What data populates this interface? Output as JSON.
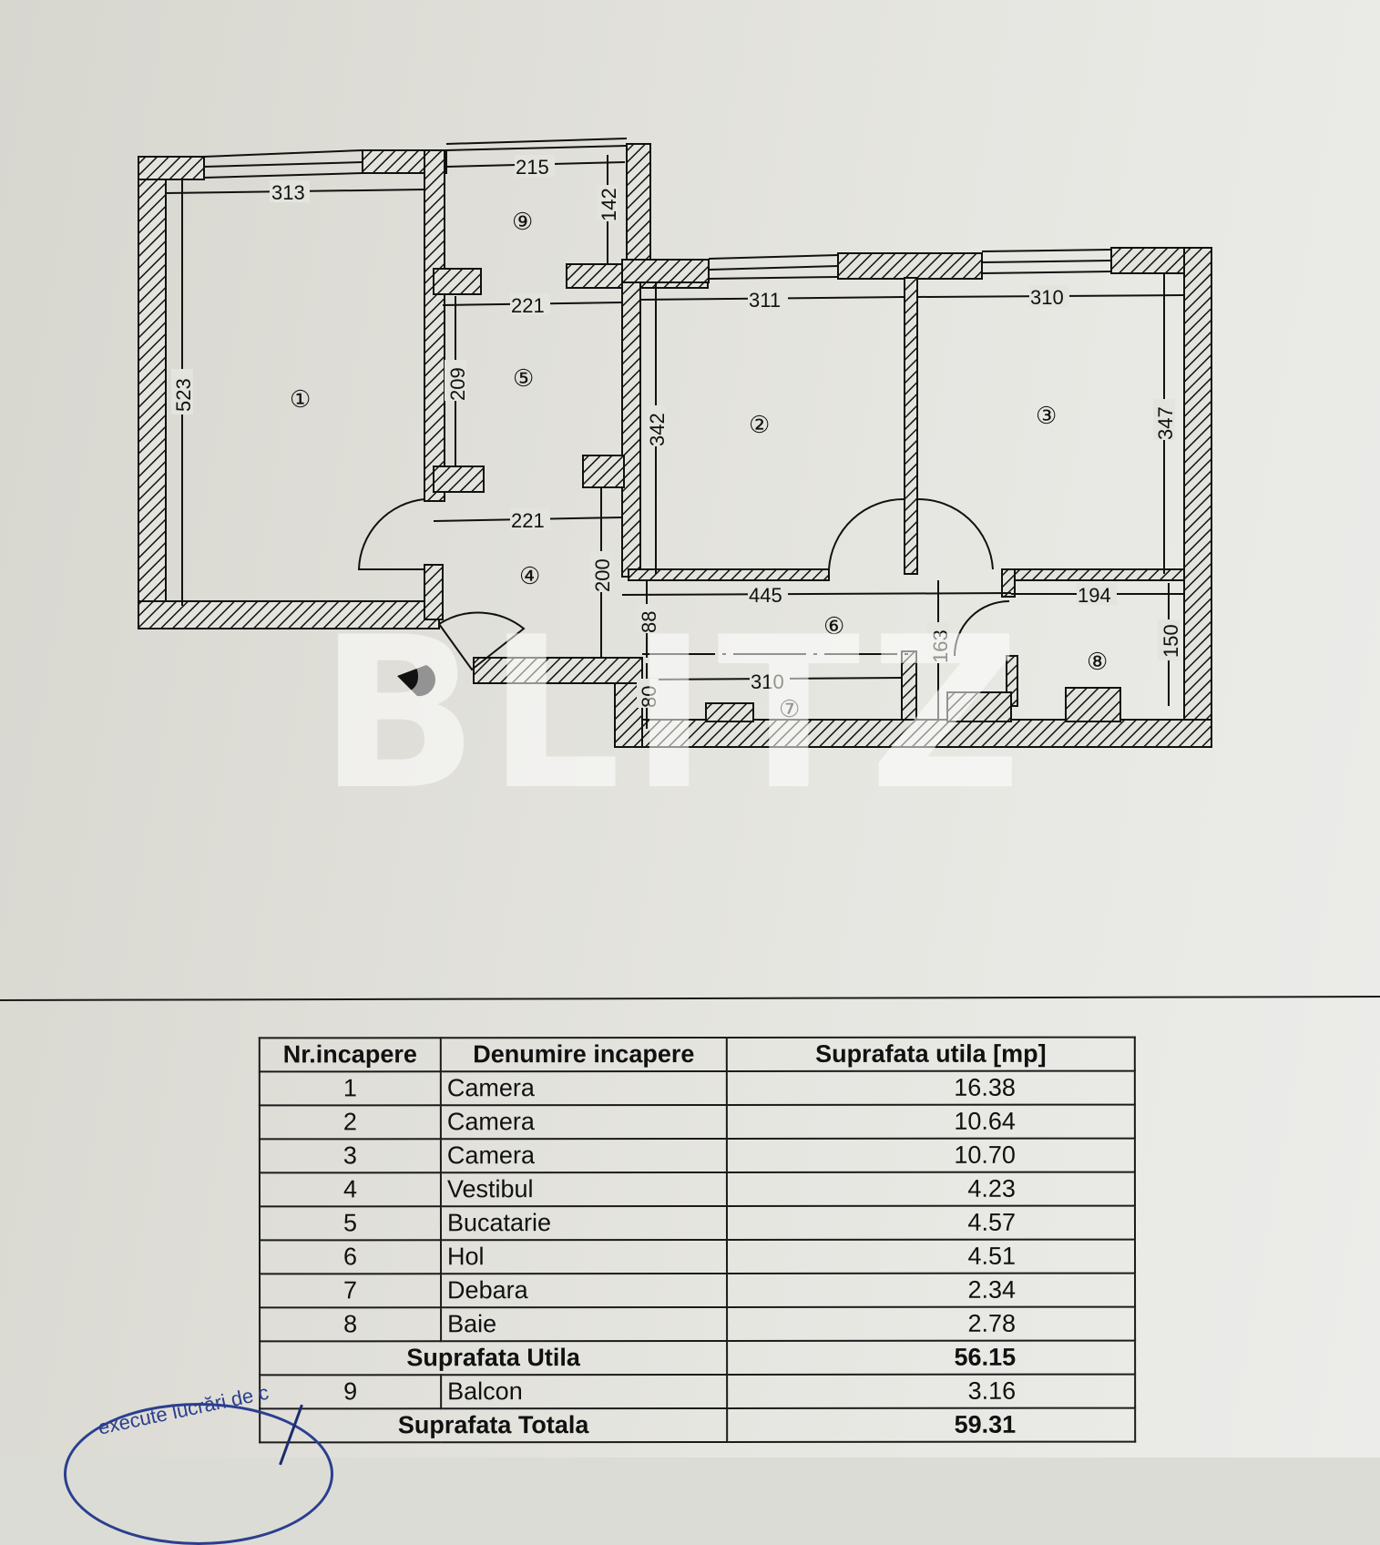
{
  "watermark": "BLITZ",
  "floor_plan": {
    "rooms": [
      {
        "nr": "1",
        "label": "①"
      },
      {
        "nr": "2",
        "label": "②"
      },
      {
        "nr": "3",
        "label": "③"
      },
      {
        "nr": "4",
        "label": "④"
      },
      {
        "nr": "5",
        "label": "⑤"
      },
      {
        "nr": "6",
        "label": "⑥"
      },
      {
        "nr": "7",
        "label": "⑦"
      },
      {
        "nr": "8",
        "label": "⑧"
      },
      {
        "nr": "9",
        "label": "⑨"
      }
    ],
    "dimensions": {
      "room1_width": "313",
      "room1_height": "523",
      "room9_width": "215",
      "room9_depth": "142",
      "room5_width": "221",
      "room5_height": "209",
      "room4_width": "221",
      "room4_height": "200",
      "room2_width": "311",
      "room2_height": "342",
      "room3_width": "310",
      "room3_height": "347",
      "room6_length": "445",
      "room6_width": "88",
      "room6_side": "163",
      "room7_length": "310",
      "room7_width": "80",
      "room8_width": "194",
      "room8_height": "150"
    }
  },
  "table": {
    "headers": [
      "Nr.incapere",
      "Denumire incapere",
      "Suprafata utila [mp]"
    ],
    "rows": [
      {
        "nr": "1",
        "name": "Camera",
        "area": "16.38"
      },
      {
        "nr": "2",
        "name": "Camera",
        "area": "10.64"
      },
      {
        "nr": "3",
        "name": "Camera",
        "area": "10.70"
      },
      {
        "nr": "4",
        "name": "Vestibul",
        "area": "4.23"
      },
      {
        "nr": "5",
        "name": "Bucatarie",
        "area": "4.57"
      },
      {
        "nr": "6",
        "name": "Hol",
        "area": "4.51"
      },
      {
        "nr": "7",
        "name": "Debara",
        "area": "2.34"
      },
      {
        "nr": "8",
        "name": "Baie",
        "area": "2.78"
      }
    ],
    "subtotal": {
      "label": "Suprafata Utila",
      "area": "56.15"
    },
    "balcony": {
      "nr": "9",
      "name": "Balcon",
      "area": "3.16"
    },
    "total": {
      "label": "Suprafata Totala",
      "area": "59.31"
    }
  },
  "stamp": {
    "text": "execute lucrări de c"
  }
}
